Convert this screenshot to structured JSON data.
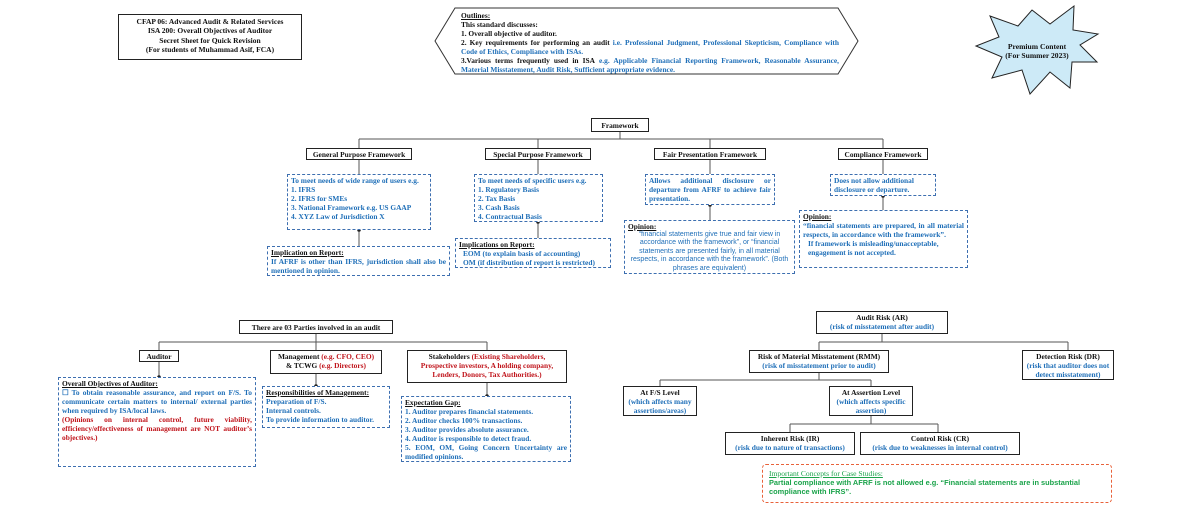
{
  "title_box": {
    "lines": [
      "CFAP 06: Advanced Audit & Related Services",
      "ISA 200: Overall Objectives of Auditor",
      "Secret Sheet for Quick Revision",
      "(For students of Muhammad Asif, FCA)"
    ]
  },
  "outlines": {
    "heading": "Outlines:",
    "intro": "This standard discusses:",
    "item1": "1. Overall objective of auditor.",
    "item2_black": "2. Key requirements for performing an audit",
    "item2_blue": "i.e. Professional Judgment, Professional Skepticism, Compliance with Code of Ethics, Compliance with ISAs.",
    "item3_black": "3.Various terms frequently used in ISA",
    "item3_blue": "e.g. Applicable Financial Reporting Framework, Reasonable Assurance, Material Misstatement, Audit Risk, Sufficient appropriate evidence."
  },
  "premium": {
    "line1": "Premium Content",
    "line2": "(For Summer 2023)"
  },
  "framework": {
    "root": "Framework",
    "general": {
      "title": "General Purpose Framework",
      "desc": "To meet needs of wide range of users e.g.",
      "items": [
        "1. IFRS",
        "2. IFRS for SMEs",
        "3. National Framework e.g. US GAAP",
        "4. XYZ Law of Jurisdiction X"
      ],
      "impl_heading": "Implication on Report:",
      "impl_text": "If AFRF is other than IFRS, jurisdiction shall also be mentioned in opinion."
    },
    "special": {
      "title": "Special Purpose Framework",
      "desc": "To meet needs of specific users e.g.",
      "items": [
        "1. Regulatory Basis",
        "2. Tax Basis",
        "3. Cash Basis",
        "4. Contractual Basis"
      ],
      "impl_heading": "Implications on Report:",
      "impl_items": [
        "EOM (to explain basis of accounting)",
        "OM (if distribution of report is restricted)"
      ]
    },
    "fair": {
      "title": "Fair Presentation Framework",
      "desc": "Allows additional disclosure or departure from AFRF to achieve fair presentation.",
      "opinion_heading": "Opinion:",
      "opinion_text": "“financial statements give true and fair view in accordance with the framework”, or “financial statements are presented fairly, in all material respects, in accordance with the framework”. (Both phrases are equivalent)"
    },
    "compliance": {
      "title": "Compliance Framework",
      "desc": "Does not allow additional disclosure or departure.",
      "opinion_heading": "Opinion:",
      "opinion_text": "“financial statements are prepared, in all material respects, in accordance with the framework”.",
      "opinion_note": "If framework is misleading/unacceptable, engagement is not accepted."
    }
  },
  "parties": {
    "root": "There are 03 Parties involved in an audit",
    "auditor": {
      "title": "Auditor",
      "heading": "Overall Objectives of Auditor:",
      "text_blue": "☐ To obtain reasonable assurance, and report on F/S. To communicate certain matters to internal/ external parties when required by ISA/local laws.",
      "text_red": "(Opinions on internal control, future viability, efficiency/effectiveness of management are NOT auditor’s objectives.)"
    },
    "management": {
      "title_black1": "Management",
      "title_red1": "(e.g. CFO, CEO)",
      "title_black2": "& TCWG",
      "title_red2": "(e.g. Directors)",
      "heading": "Responsibilities of Management:",
      "items": [
        "Preparation of F/S.",
        "Internal controls.",
        "To provide information to auditor."
      ]
    },
    "stakeholders": {
      "title_black": "Stakeholders",
      "title_red": "(Existing Shareholders, Prospective investors, A holding company, Lenders, Donors, Tax Authorities.)",
      "heading": "Expectation Gap:",
      "items": [
        "1. Auditor prepares financial statements.",
        "2. Auditor checks 100% transactions.",
        "3. Auditor provides absolute assurance.",
        "4. Auditor is responsible to detect fraud.",
        "5. EOM, OM, Going Concern Uncertainty are modified opinions."
      ]
    }
  },
  "risk": {
    "ar_title": "Audit Risk (AR)",
    "ar_sub": "(risk of misstatement after audit)",
    "rmm_title": "Risk of Material Misstatement (RMM)",
    "rmm_sub": "(risk of misstatement prior to audit)",
    "dr_title": "Detection Risk (DR)",
    "dr_sub": "(risk that auditor does not detect misstatement)",
    "fs_title": "At F/S Level",
    "fs_sub": "(which affects many assertions/areas)",
    "assert_title": "At Assertion Level",
    "assert_sub": "(which affects specific assertion)",
    "ir_title": "Inherent Risk (IR)",
    "ir_sub": "(risk due to nature of transactions)",
    "cr_title": "Control Risk (CR)",
    "cr_sub": "(risk due to weaknesses in internal control)"
  },
  "case_study": {
    "heading": "Important Concepts for Case Studies:",
    "text": "Partial compliance with AFRF is not allowed e.g. “Financial statements are in substantial compliance with IFRS”."
  },
  "colors": {
    "blue": "#1f6fb8",
    "red": "#c0141b",
    "green": "#1aa34a",
    "starburst": "#cdeaf7"
  }
}
